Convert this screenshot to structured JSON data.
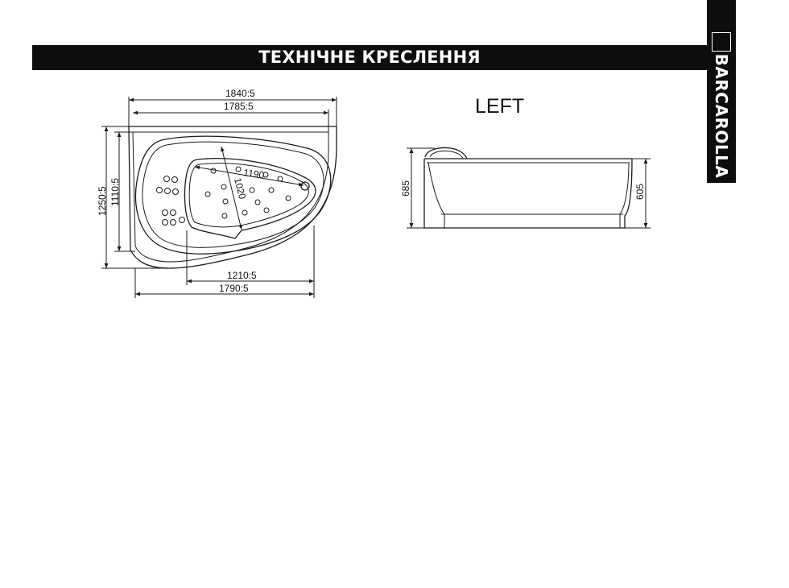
{
  "header": {
    "title": "ТЕХНІЧНЕ КРЕСЛЕННЯ"
  },
  "brand": {
    "name": "BARCAROLLA"
  },
  "drawing": {
    "variant": "LEFT",
    "top_view": {
      "overall_length": "1840:5",
      "rim_length": "1785:5",
      "overall_width": "1250:5",
      "rim_width": "1110:5",
      "bowl_length": "1190",
      "bowl_width": "1020",
      "front_section": "1210:5",
      "base_length": "1790:5"
    },
    "side_view": {
      "total_height": "685",
      "body_height": "605"
    }
  },
  "colors": {
    "ink": "#1a1a1a",
    "bar": "#0d0d0d",
    "background": "#ffffff"
  }
}
